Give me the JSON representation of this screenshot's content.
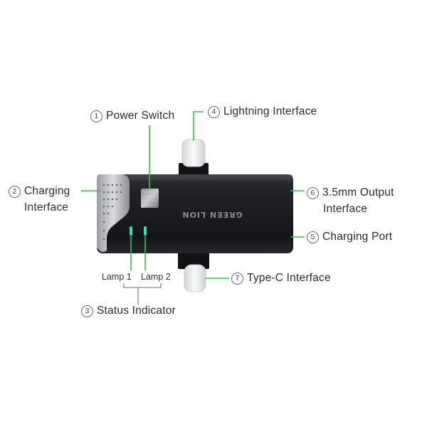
{
  "labels": {
    "power_switch": {
      "num": "1",
      "text": "Power Switch"
    },
    "charging_interface": {
      "num": "2",
      "line1": "Charging",
      "line2": "Interface"
    },
    "status_indicator": {
      "num": "3",
      "text": "Status Indicator"
    },
    "lightning_interface": {
      "num": "4",
      "text": "Lightning Interface"
    },
    "charging_port": {
      "num": "5",
      "text": "Charging Port"
    },
    "output_interface": {
      "num": "6",
      "line1": "3.5mm Output",
      "line2": "Interface"
    },
    "typec_interface": {
      "num": "7",
      "text": "Type-C Interface"
    }
  },
  "lamps": {
    "lamp1": "Lamp 1",
    "lamp2": "Lamp 2"
  },
  "brand_text": "GREEN LION",
  "colors": {
    "leader_line": "#35c24a",
    "body": "#1c1d20",
    "lamp": "#36e0c6"
  }
}
